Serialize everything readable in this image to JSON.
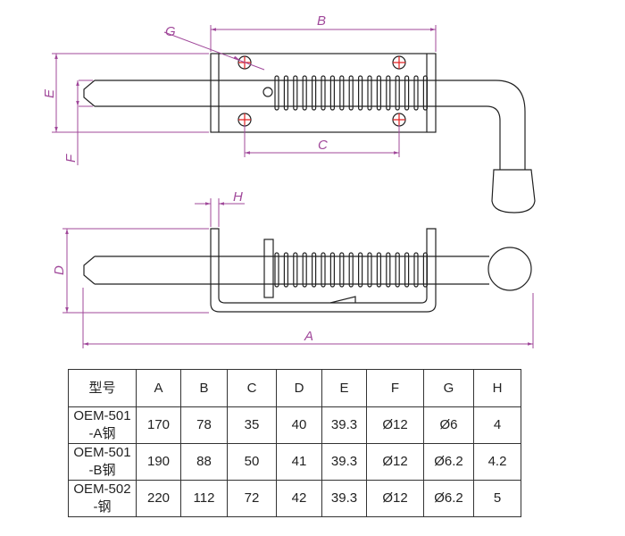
{
  "drawing": {
    "dimension_labels": {
      "A": "A",
      "B": "B",
      "C": "C",
      "D": "D",
      "E": "E",
      "F": "F",
      "G": "G",
      "H": "H"
    },
    "colors": {
      "line": "#222222",
      "dimension": "#a0489a",
      "center_mark": "#e02020"
    }
  },
  "table": {
    "headers": [
      "型号",
      "A",
      "B",
      "C",
      "D",
      "E",
      "F",
      "G",
      "H"
    ],
    "rows": [
      {
        "model_line1": "OEM-501",
        "model_line2": "-A钢",
        "values": [
          "170",
          "78",
          "35",
          "40",
          "39.3",
          "Ø12",
          "Ø6",
          "4"
        ]
      },
      {
        "model_line1": "OEM-501",
        "model_line2": "-B钢",
        "values": [
          "190",
          "88",
          "50",
          "41",
          "39.3",
          "Ø12",
          "Ø6.2",
          "4.2"
        ]
      },
      {
        "model_line1": "OEM-502",
        "model_line2": "-钢",
        "values": [
          "220",
          "112",
          "72",
          "42",
          "39.3",
          "Ø12",
          "Ø6.2",
          "5"
        ]
      }
    ]
  }
}
